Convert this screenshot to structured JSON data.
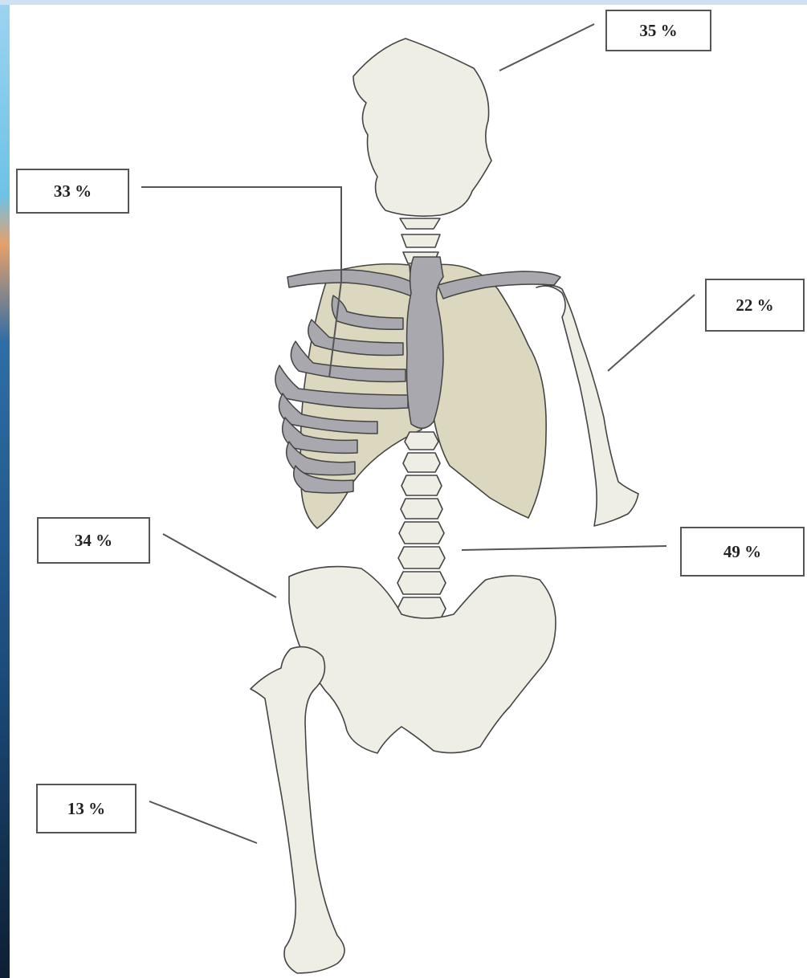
{
  "labels": {
    "skull": "35 %",
    "ribs": "33 %",
    "humerus": "22 %",
    "pelvis": "34 %",
    "spine": "49 %",
    "femur": "13 %"
  },
  "colors": {
    "bone": "#efeee4",
    "lung": "#dcd8c0",
    "ribs_sternum": "#a8a8ae",
    "outline": "#444444"
  }
}
